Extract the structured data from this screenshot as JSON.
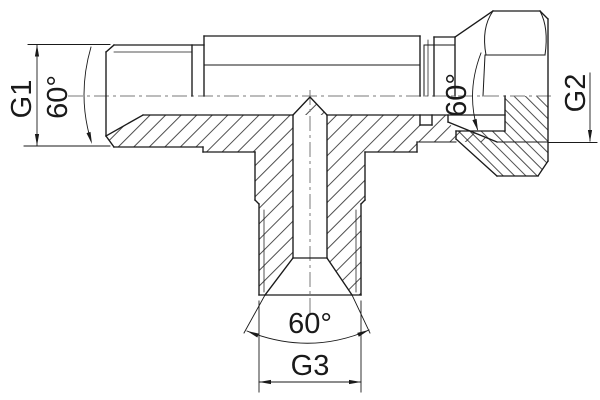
{
  "drawing": {
    "labels": {
      "g1": "G1",
      "g2": "G2",
      "g3": "G3",
      "angle_left": "60°",
      "angle_right": "60°",
      "angle_bottom": "60°"
    },
    "colors": {
      "line": "#1a1a1a",
      "centerline": "#7a7a7a",
      "background": "#ffffff"
    }
  }
}
